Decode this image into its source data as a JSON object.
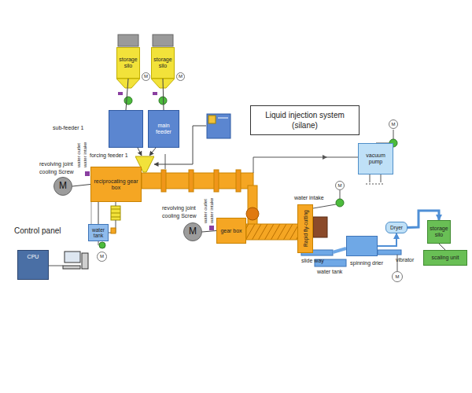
{
  "diagram": {
    "nodes": [
      {
        "text": [
          "storage silo"
        ]
      },
      {
        "text": [
          "storage silo"
        ]
      },
      {
        "text": [
          "sub-feeder 1"
        ]
      },
      {
        "text": [
          "main feeder"
        ]
      },
      {
        "text": [
          "forcing feeder 1"
        ]
      },
      {
        "text": [
          "Liquid injection system (silane)"
        ]
      },
      {
        "text": [
          "reciprocating gear box"
        ]
      },
      {
        "text": [
          "M"
        ]
      },
      {
        "text": [
          "water tank"
        ]
      },
      {
        "text": [
          "vacuum pump"
        ]
      },
      {
        "text": [
          "gear box"
        ]
      },
      {
        "text": [
          "M"
        ]
      },
      {
        "text": [
          "Rapid fly-cutting"
        ]
      },
      {
        "text": [
          "spinning drier"
        ]
      },
      {
        "text": [
          "Dryer"
        ]
      },
      {
        "text": [
          "storage silo"
        ]
      },
      {
        "text": [
          "scaling unit"
        ]
      },
      {
        "text": [
          "CPU"
        ]
      },
      {
        "text": [
          "M"
        ]
      },
      {
        "text": [
          "M"
        ]
      },
      {
        "text": [
          "M"
        ]
      },
      {
        "text": [
          "M"
        ]
      },
      {
        "text": [
          "M"
        ]
      },
      {
        "text": [
          "M"
        ]
      }
    ],
    "edges": [
      {
        "from": 0,
        "to": 2,
        "arrow": "none"
      },
      {
        "from": 1,
        "to": 3,
        "arrow": "none"
      },
      {
        "from": 2,
        "to": 4,
        "arrow": "to"
      },
      {
        "from": 3,
        "to": 4,
        "arrow": "to"
      },
      {
        "from": 5,
        "to": 4,
        "arrow": "to"
      },
      {
        "from": 7,
        "to": 6,
        "arrow": "none"
      },
      {
        "from": 8,
        "to": 6,
        "arrow": "none"
      },
      {
        "from": 11,
        "to": 10,
        "arrow": "none"
      },
      {
        "from": 13,
        "to": 14,
        "arrow": "to"
      },
      {
        "from": 14,
        "to": 15,
        "arrow": "to"
      },
      {
        "from": 15,
        "to": 16,
        "arrow": "none"
      }
    ],
    "labels": [
      "revolving joint",
      "cooling Screw",
      "water outlet",
      "water intake",
      "revolving joint",
      "cooling Screw",
      "water outlet",
      "water intake",
      "water intake",
      "slide way",
      "water tank",
      "vibrator",
      "Control panel"
    ]
  }
}
